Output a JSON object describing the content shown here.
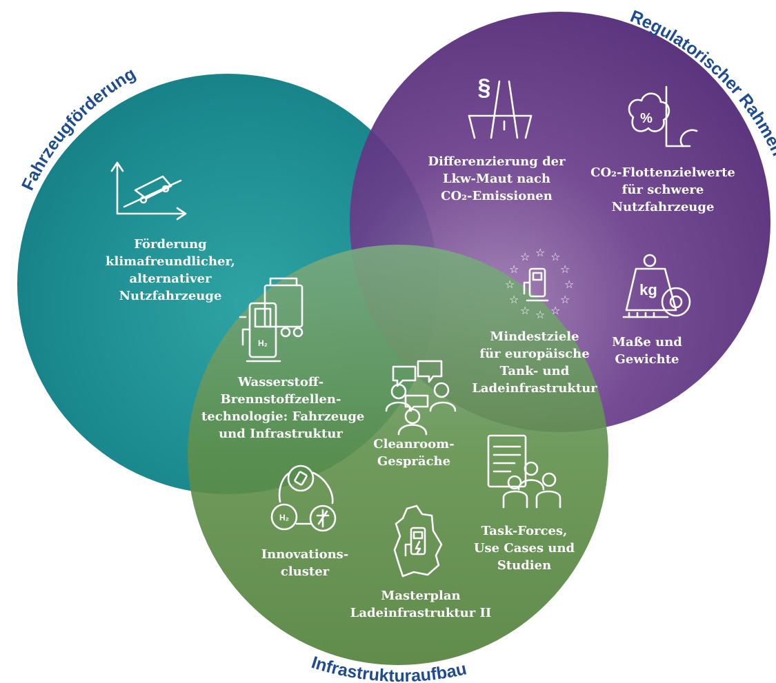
{
  "circles": {
    "fahrzeug": {
      "title": "Fahrzeugförderung",
      "color": "#1e8a8e"
    },
    "regulatorisch": {
      "title": "Regulatorischer Rahmen",
      "color": "#5a2e7e"
    },
    "infrastruktur": {
      "title": "Infrastrukturaufbau",
      "color": "#5a8a44"
    }
  },
  "title_color": "#1f4b8f",
  "items": {
    "foerderung": {
      "lines": [
        "Förderung",
        "klimafreundlicher,",
        "alternativer",
        "Nutzfahrzeuge"
      ],
      "icon": "truck-incline-icon"
    },
    "maut": {
      "lines": [
        "Differenzierung der",
        "Lkw-Maut nach",
        "CO₂-Emissionen"
      ],
      "icon": "highway-paragraph-icon"
    },
    "flotten": {
      "lines": [
        "CO₂-Flottenzielwerte",
        "für schwere",
        "Nutzfahrzeuge"
      ],
      "icon": "co2-exhaust-icon"
    },
    "masse": {
      "lines": [
        "Maße und",
        "Gewichte"
      ],
      "icon": "weight-tape-icon"
    },
    "mindestziele": {
      "lines": [
        "Mindestziele",
        "für europäische",
        "Tank- und",
        "Ladeinfrastruktur"
      ],
      "icon": "eu-charger-icon"
    },
    "wasserstoff": {
      "lines": [
        "Wasserstoff-",
        "Brennstoffzellen-",
        "technologie: Fahrzeuge",
        "und Infrastruktur"
      ],
      "icon": "h2-pump-truck-icon"
    },
    "cleanroom": {
      "lines": [
        "Cleanroom-",
        "Gespräche"
      ],
      "icon": "discussion-group-icon"
    },
    "taskforces": {
      "lines": [
        "Task-Forces,",
        "Use Cases und",
        "Studien"
      ],
      "icon": "document-team-icon"
    },
    "innovation": {
      "lines": [
        "Innovations-",
        "cluster"
      ],
      "icon": "cluster-cycle-icon"
    },
    "masterplan": {
      "lines": [
        "Masterplan",
        "Ladeinfrastruktur II"
      ],
      "icon": "germany-charger-icon"
    }
  },
  "icon_text": {
    "h2": "H₂",
    "kg": "kg",
    "percent": "%",
    "paragraph": "§"
  }
}
